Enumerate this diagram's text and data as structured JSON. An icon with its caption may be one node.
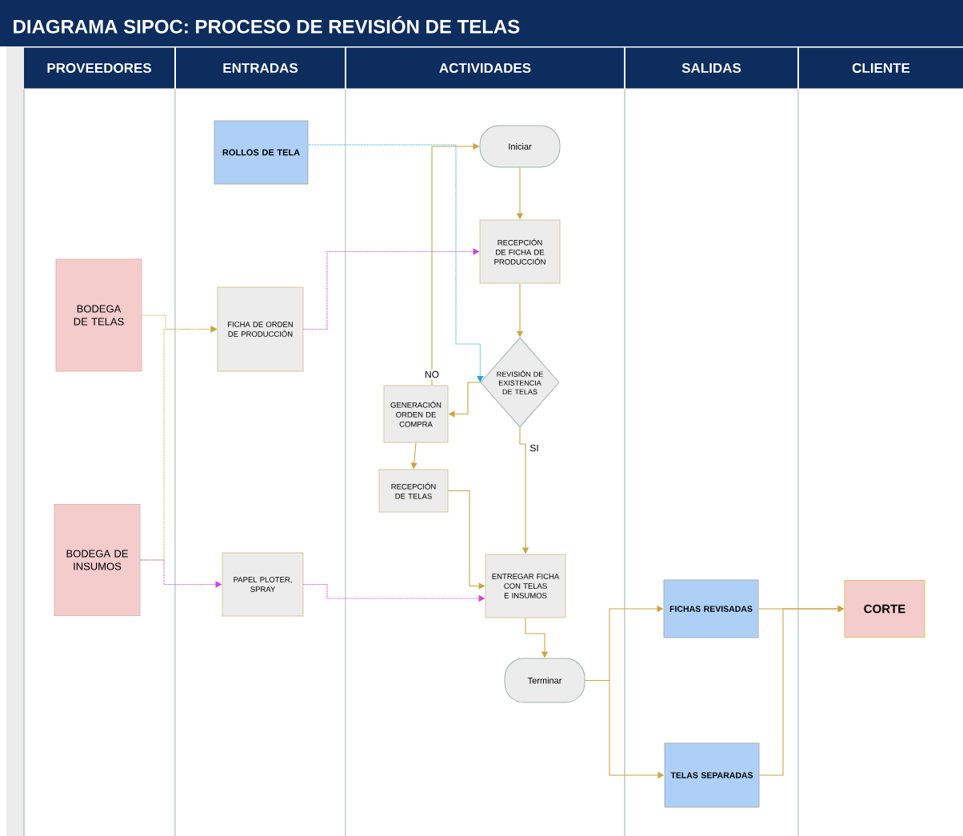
{
  "diagram": {
    "title": "DIAGRAMA SIPOC: PROCESO DE REVISIÓN DE TELAS",
    "nodes": [
      {
        "text": [
          "PROVEEDORES"
        ]
      },
      {
        "text": [
          "ENTRADAS"
        ]
      },
      {
        "text": [
          "ACTIVIDADES"
        ]
      },
      {
        "text": [
          "SALIDAS"
        ]
      },
      {
        "text": [
          "CLIENTE"
        ]
      },
      {
        "text": [
          "BODEGA DE TELAS"
        ]
      },
      {
        "text": [
          "BODEGA DE INSUMOS"
        ]
      },
      {
        "text": [
          "ROLLOS DE TELA"
        ]
      },
      {
        "text": [
          "FICHA DE ORDEN DE PRODUCCIÓN"
        ]
      },
      {
        "text": [
          "PAPEL PLOTER, SPRAY"
        ]
      },
      {
        "text": [
          "Iniciar"
        ]
      },
      {
        "text": [
          "RECEPCIÓN DE FICHA DE PRODUCCIÓN"
        ]
      },
      {
        "text": [
          "REVISIÓN DE EXISTENCIA DE TELAS"
        ]
      },
      {
        "text": [
          "GENERACIÓN ORDEN DE COMPRA"
        ]
      },
      {
        "text": [
          "RECEPCIÓN DE TELAS"
        ]
      },
      {
        "text": [
          "ENTREGAR FICHA CON TELAS E INSUMOS"
        ]
      },
      {
        "text": [
          "Terminar"
        ]
      },
      {
        "text": [
          "FICHAS REVISADAS"
        ]
      },
      {
        "text": [
          "TELAS SEPARADAS"
        ]
      },
      {
        "text": [
          "CORTE"
        ]
      }
    ],
    "edges": [
      {
        "from": 5,
        "to": 8,
        "arrow": "to",
        "style": "dashed"
      },
      {
        "from": 6,
        "to": 9,
        "arrow": "to",
        "style": "dashed",
        "color": "#cc44dd"
      },
      {
        "from": 6,
        "to": 8,
        "arrow": "to",
        "style": "dashed"
      },
      {
        "from": 8,
        "to": 11,
        "arrow": "to",
        "style": "dashed",
        "color": "#cc44dd"
      },
      {
        "from": 7,
        "to": 12,
        "arrow": "to",
        "style": "dashed",
        "color": "#1aa7e0"
      },
      {
        "from": 9,
        "to": 15,
        "arrow": "to",
        "style": "dashed",
        "color": "#e040c8"
      },
      {
        "from": 10,
        "to": 11,
        "arrow": "to"
      },
      {
        "from": 11,
        "to": 12,
        "arrow": "to"
      },
      {
        "from": 12,
        "to": 13,
        "arrow": "to"
      },
      {
        "from": 13,
        "to": 10,
        "arrow": "to",
        "label": "NO"
      },
      {
        "from": 13,
        "to": 14,
        "arrow": "to"
      },
      {
        "from": 12,
        "to": 15,
        "arrow": "to",
        "label": "SI"
      },
      {
        "from": 14,
        "to": 15,
        "arrow": "to"
      },
      {
        "from": 15,
        "to": 16,
        "arrow": "to"
      },
      {
        "from": 16,
        "to": 17,
        "arrow": "to"
      },
      {
        "from": 16,
        "to": 18,
        "arrow": "to"
      },
      {
        "from": 17,
        "to": 19,
        "arrow": "to"
      },
      {
        "from": 18,
        "to": 19,
        "arrow": "to"
      }
    ]
  }
}
